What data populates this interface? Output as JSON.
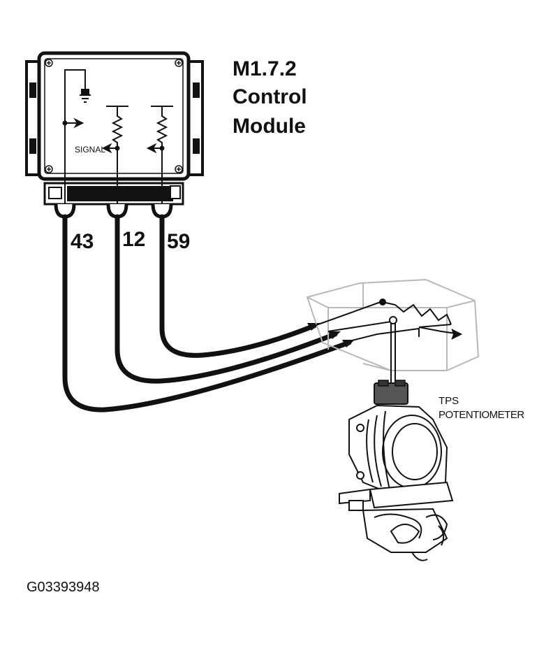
{
  "module": {
    "title_line1": "M1.7.2",
    "title_line2": "Control",
    "title_line3": "Module",
    "signal_label": "SIGNAL"
  },
  "pins": [
    {
      "number": "43"
    },
    {
      "number": "12"
    },
    {
      "number": "59"
    }
  ],
  "sensor": {
    "label_line1": "TPS",
    "label_line2": "POTENTIOMETER"
  },
  "figure_id": "G03393948"
}
